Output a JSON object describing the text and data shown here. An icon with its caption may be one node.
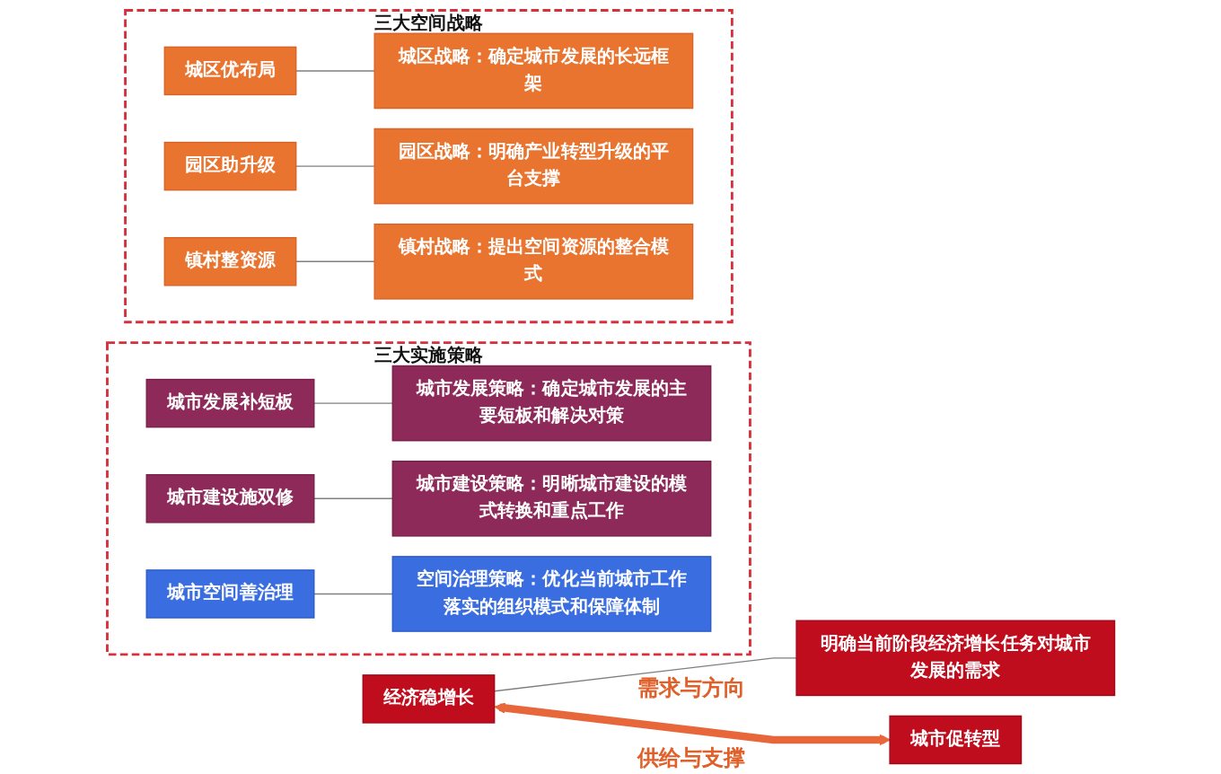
{
  "diagram": {
    "nodes": [
      {
        "text": [
          "经济稳增长"
        ]
      },
      {
        "text": [
          "明确当前阶段经济增长任务对城市发展的需求"
        ]
      },
      {
        "text": [
          "城市促转型"
        ]
      },
      {
        "text": [
          "三大空间战略"
        ]
      },
      {
        "text": [
          "城区优布局"
        ],
        "in": 3
      },
      {
        "text": [
          "城区战略：确定城市发展的长远框架"
        ],
        "in": 3
      },
      {
        "text": [
          "园区助升级"
        ],
        "in": 3
      },
      {
        "text": [
          "园区战略：明确产业转型升级的平台支撑"
        ],
        "in": 3
      },
      {
        "text": [
          "镇村整资源"
        ],
        "in": 3
      },
      {
        "text": [
          "镇村战略：提出空间资源的整合模式"
        ],
        "in": 3
      },
      {
        "text": [
          "三大实施策略"
        ]
      },
      {
        "text": [
          "城市发展补短板"
        ],
        "in": 10
      },
      {
        "text": [
          "城市发展策略：确定城市发展的主要短板和解决对策"
        ],
        "in": 10
      },
      {
        "text": [
          "城市建设施双修"
        ],
        "in": 10
      },
      {
        "text": [
          "城市建设策略：明晰城市建设的模式转换和重点工作"
        ],
        "in": 10
      },
      {
        "text": [
          "城市空间善治理"
        ],
        "in": 10
      },
      {
        "text": [
          "空间治理策略：优化当前城市工作落实的组织模式和保障体制"
        ],
        "in": 10
      }
    ],
    "edges": [
      {
        "from": 0,
        "to": 1,
        "arrow": "none"
      },
      {
        "from": 0,
        "to": 2,
        "arrow": "both",
        "style": "thick",
        "color": "#e8673a"
      },
      {
        "from": 4,
        "to": 5,
        "arrow": "none"
      },
      {
        "from": 6,
        "to": 7,
        "arrow": "none"
      },
      {
        "from": 8,
        "to": 9,
        "arrow": "none"
      },
      {
        "from": 11,
        "to": 12,
        "arrow": "none"
      },
      {
        "from": 13,
        "to": 14,
        "arrow": "none"
      },
      {
        "from": 15,
        "to": 16,
        "arrow": "none"
      }
    ],
    "labels": [
      "需求与方向",
      "供给与支撑"
    ]
  }
}
